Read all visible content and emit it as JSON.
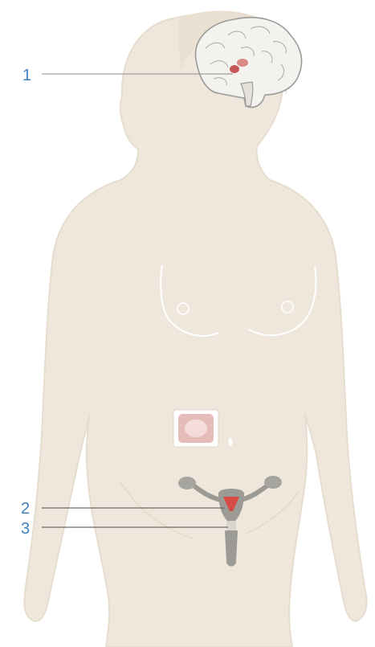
{
  "diagram": {
    "callouts": [
      {
        "number": "1",
        "target": "brain-pituitary-region"
      },
      {
        "number": "2",
        "target": "uterus"
      },
      {
        "number": "3",
        "target": "cervix"
      }
    ],
    "colors": {
      "background": "#ffffff",
      "body_fill": "#efe7db",
      "body_outline": "#e6ddcf",
      "brain_fill": "#f4f2ee",
      "brain_outline": "#9b9b9b",
      "pituitary": "#c45757",
      "organ_gray": "#9c9a94",
      "uterus_red": "#d64b45",
      "leader_line": "#8b8b8b",
      "callout_number": "#3f7fc0",
      "patch": "#e6bcb9"
    },
    "icons": [
      "brain-illustration",
      "reproductive-organs-illustration",
      "hormone-patch-illustration"
    ]
  }
}
